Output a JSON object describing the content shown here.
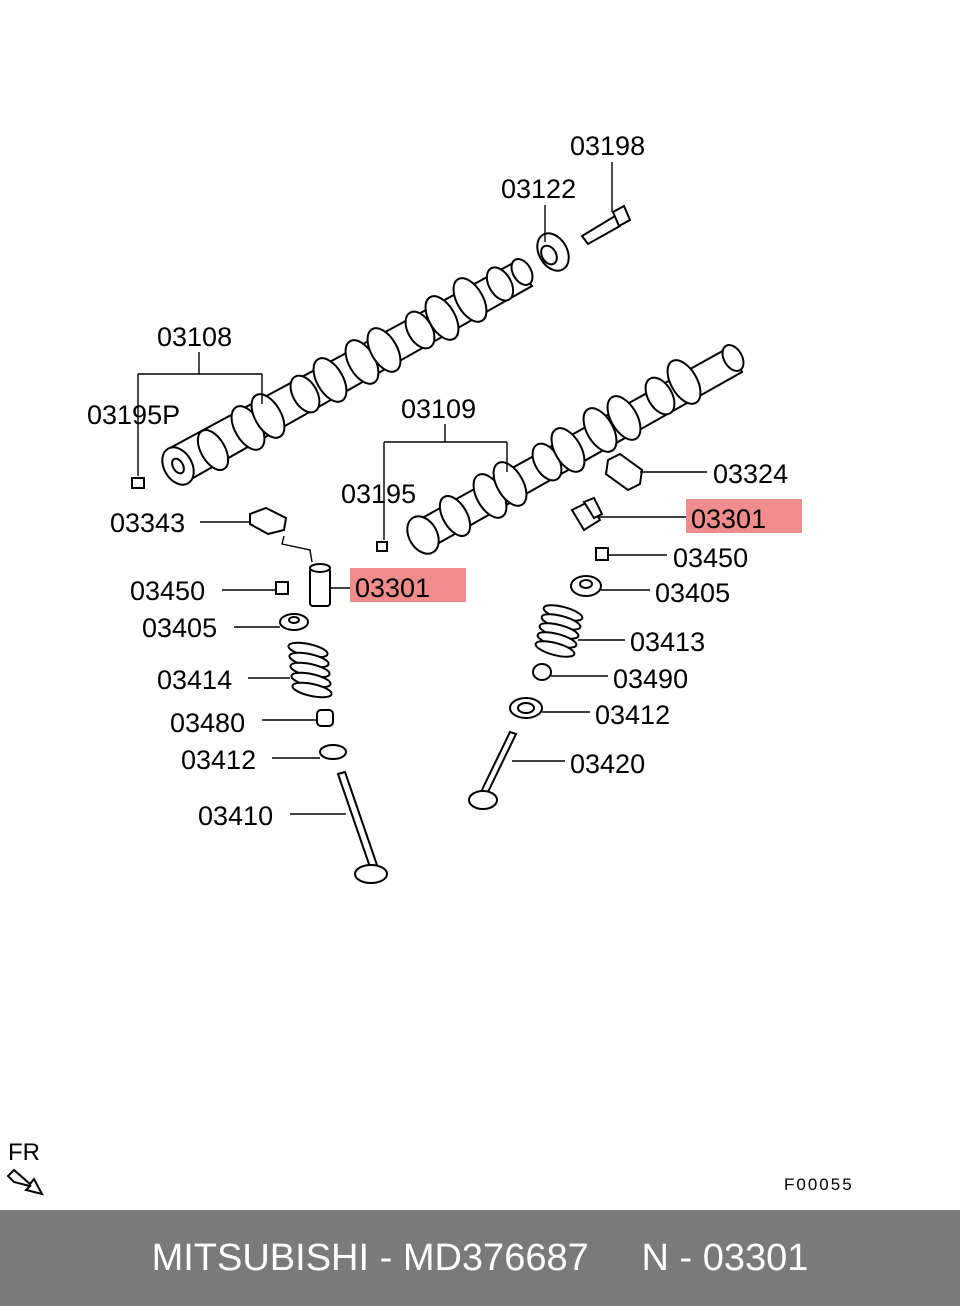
{
  "labels": {
    "l03198": "03198",
    "l03122": "03122",
    "l03108": "03108",
    "l03195p": "03195P",
    "l03109": "03109",
    "l03324": "03324",
    "l03195": "03195",
    "l03343": "03343",
    "l03301_right": "03301",
    "l03450_right": "03450",
    "l03450_left": "03450",
    "l03301_left": "03301",
    "l03405_right": "03405",
    "l03405_left": "03405",
    "l03413": "03413",
    "l03414": "03414",
    "l03490": "03490",
    "l03412_right": "03412",
    "l03480": "03480",
    "l03412_left": "03412",
    "l03420": "03420",
    "l03410": "03410"
  },
  "direction_label": "FR",
  "figure_code": "F00055",
  "footer": {
    "brand": "MITSUBISHI",
    "part_number": "MD376687",
    "ref": "N - 03301"
  },
  "highlight_color": "#f08c8c"
}
